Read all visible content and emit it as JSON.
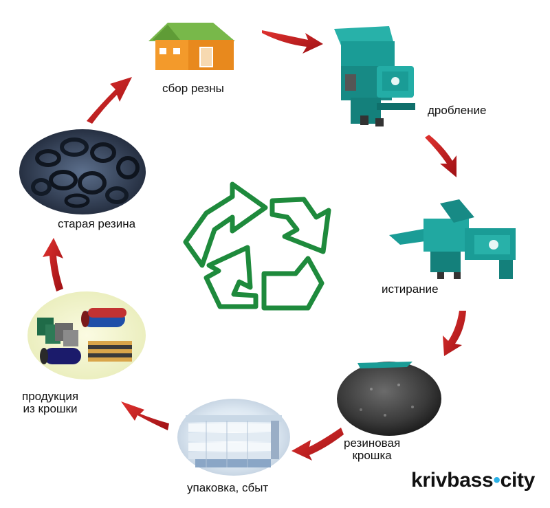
{
  "stages": {
    "collection": "сбор резны",
    "crushing": "дробление",
    "grinding": "истирание",
    "crumb_line1": "резиновая",
    "crumb_line2": "крошка",
    "packaging": "упаковка, сбыт",
    "products_line1": "продукция",
    "products_line2": "из крошки",
    "old_rubber": "старая резина"
  },
  "brand": {
    "name": "krivbass",
    "dot": "•",
    "suffix": "city"
  },
  "colors": {
    "arrow": "#c0181c",
    "recycle": "#1e8a3c",
    "machine": "#1a9c96",
    "house_wall": "#f39a2b",
    "house_roof": "#78b84a",
    "brand_dot": "#2bb1e6"
  },
  "icons": [
    "house-icon",
    "crusher-machine-icon",
    "grinder-machine-icon",
    "rubber-crumb-icon",
    "warehouse-pallets-icon",
    "rubber-products-icon",
    "tire-pile-icon",
    "recycle-icon"
  ]
}
